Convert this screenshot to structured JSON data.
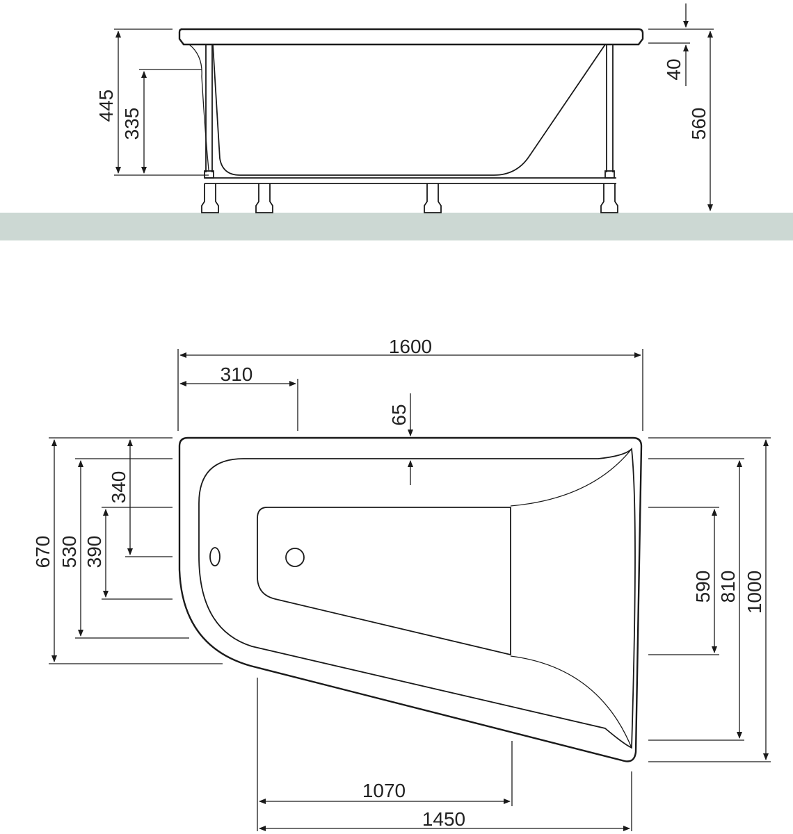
{
  "colors": {
    "floor": "#ccd8d3",
    "line": "#1a1a1a",
    "background": "#ffffff"
  },
  "side_view": {
    "total_height": "560",
    "rim_thickness": "40",
    "outer_depth": "445",
    "inner_depth": "335"
  },
  "plan_view": {
    "overall_length": "1600",
    "drain_offset": "310",
    "rim_width": "65",
    "left_total_width": "670",
    "left_inner_width": "530",
    "left_seat_width": "390",
    "left_drain_width": "340",
    "right_total_width": "1000",
    "right_inner_width": "810",
    "right_seat_width": "590",
    "bottom_seat_length": "1070",
    "bottom_length": "1450"
  }
}
